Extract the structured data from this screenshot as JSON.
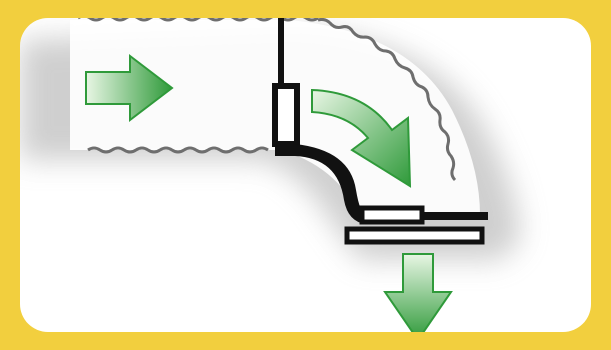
{
  "frame": {
    "border_color": "#f2cf3e",
    "panel_color": "#ffffff"
  },
  "duct": {
    "wall_style": "wavy-flexible-duct",
    "wall_color": "#6e6e6e",
    "shadow_color": "#a8a8a8"
  },
  "fitting": {
    "icon": "elbow-duct-fitting",
    "outline_color": "#111111",
    "fill_color": "#ffffff"
  },
  "flow_arrows": {
    "color_dark": "#2f9a3a",
    "color_light": "#e8f6e4",
    "items": [
      {
        "name": "inlet-arrow",
        "direction": "right"
      },
      {
        "name": "bend-arrow",
        "direction": "curve-down-right"
      },
      {
        "name": "outlet-arrow",
        "direction": "down"
      }
    ]
  }
}
